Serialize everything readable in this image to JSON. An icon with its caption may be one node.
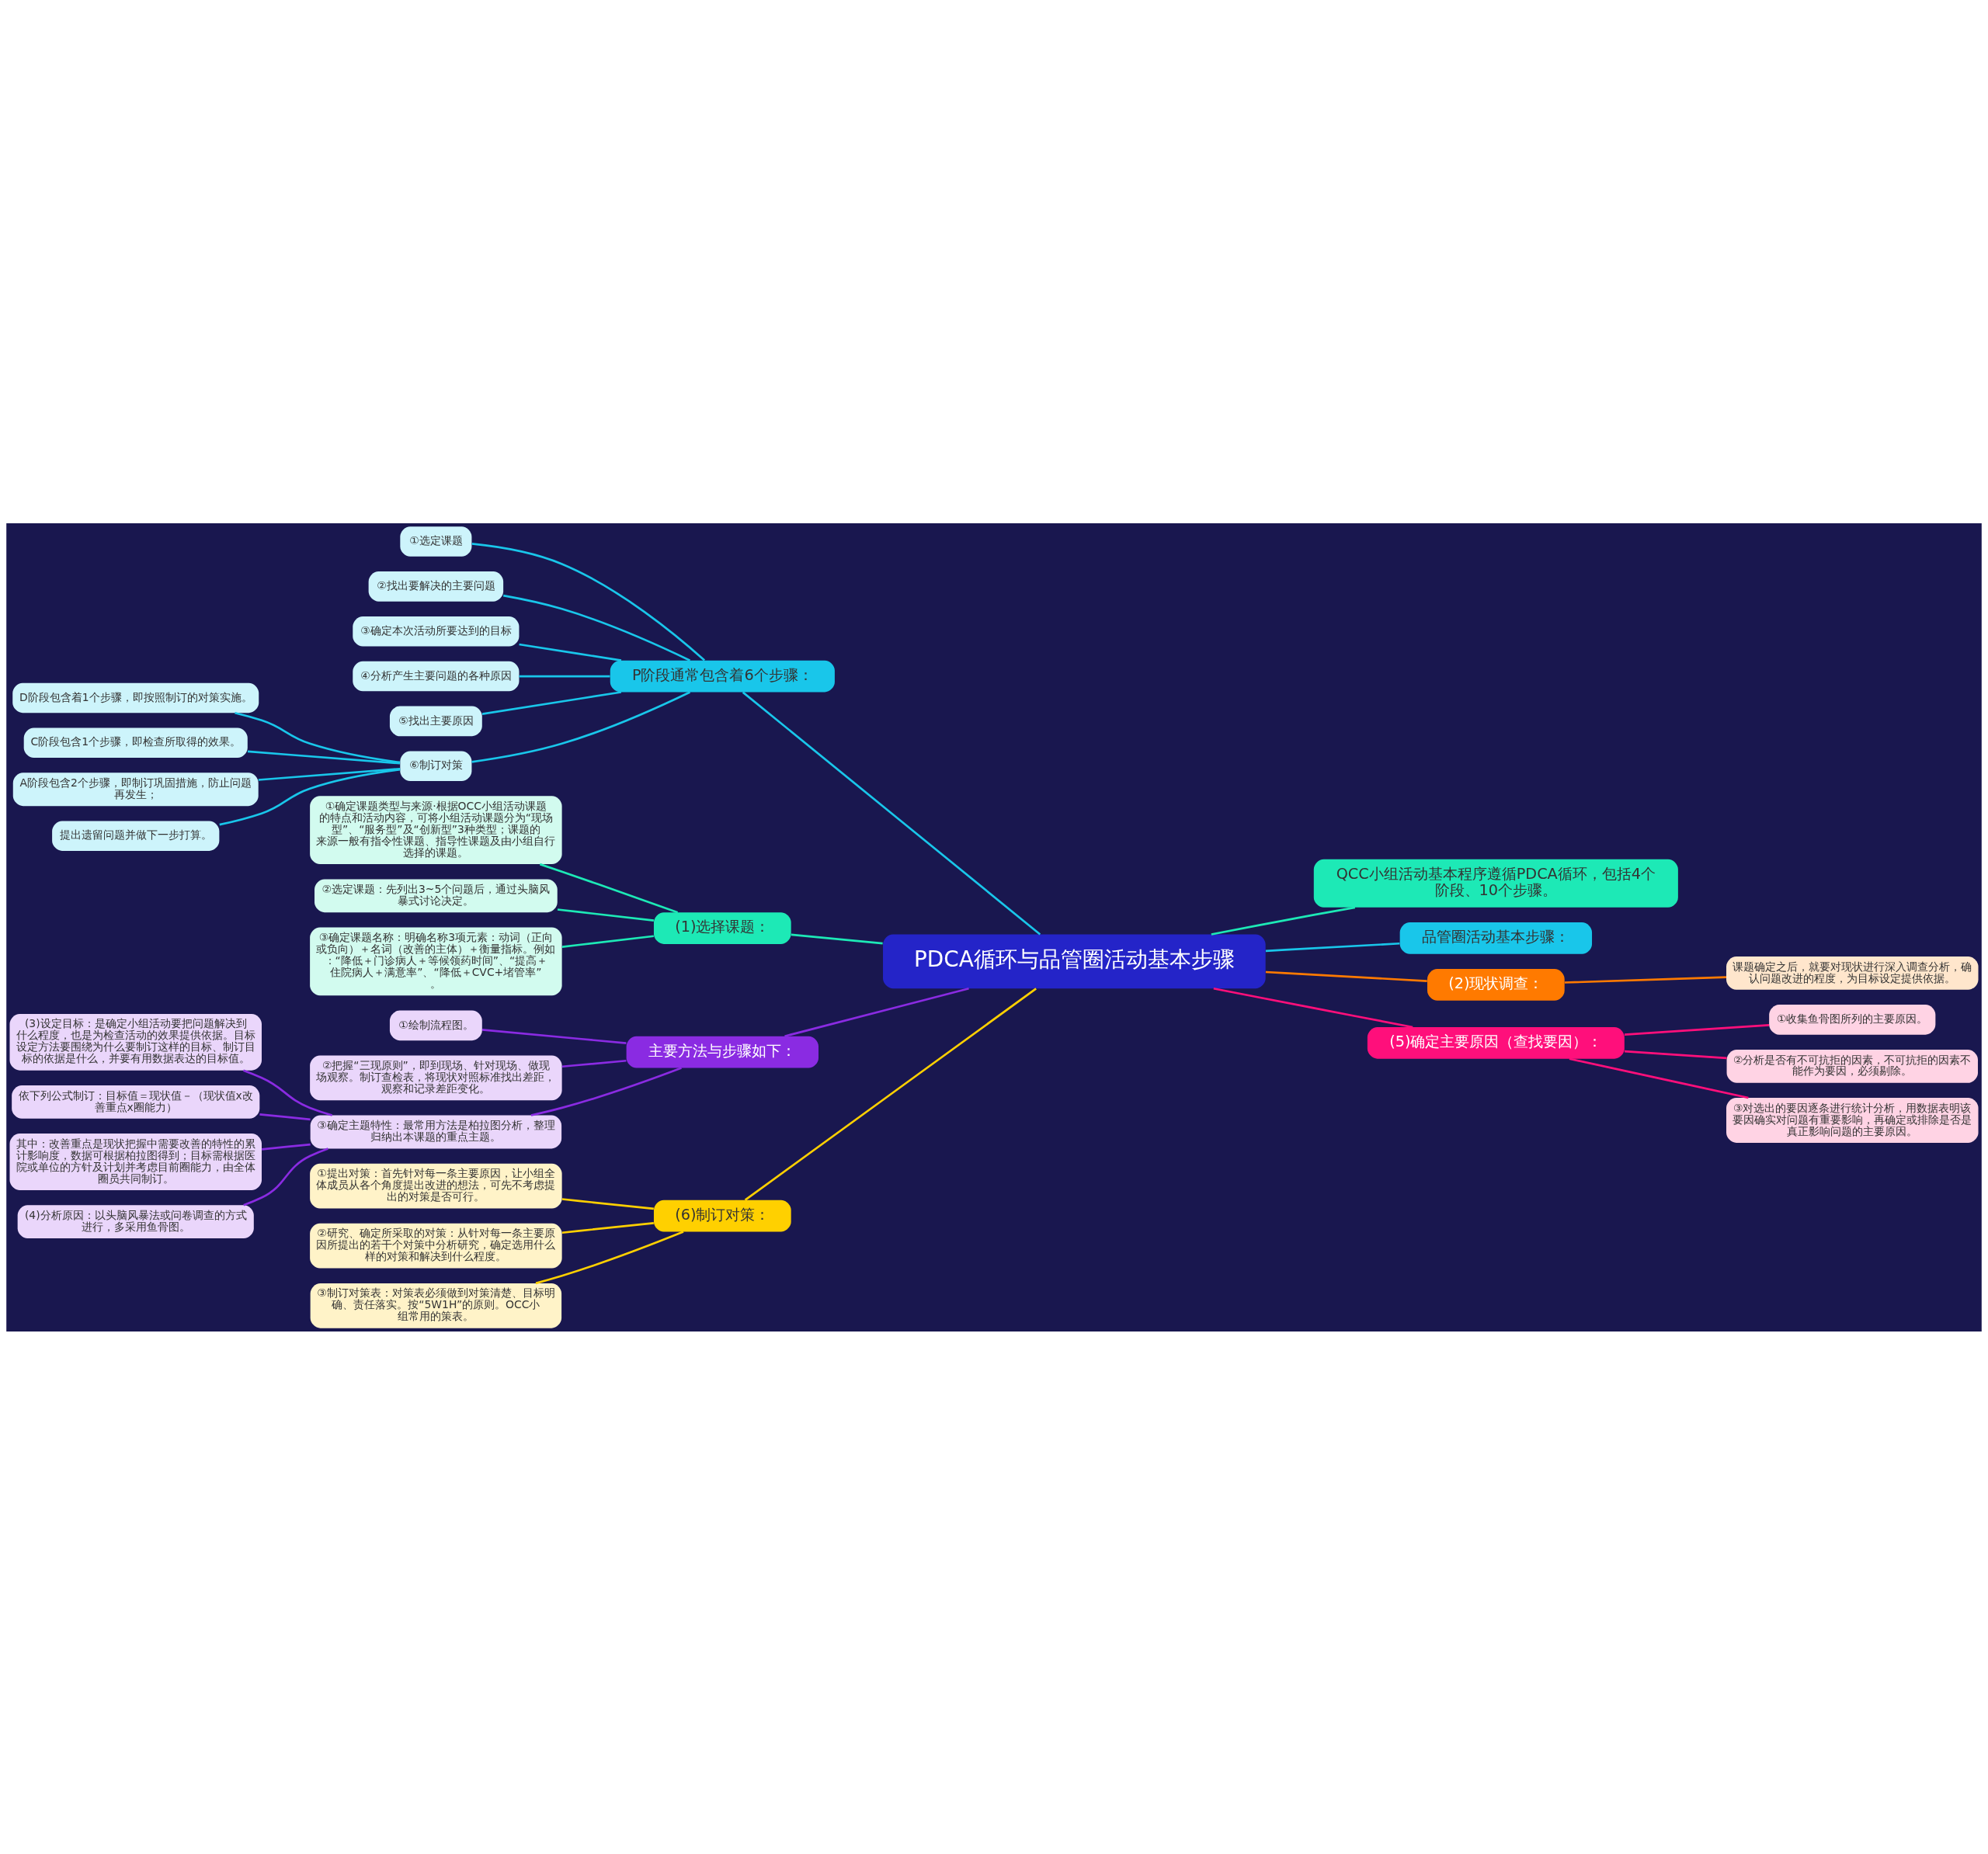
{
  "diagram": {
    "nodes": [
      {
        "text": [
          "PDCA循环与品管圈活动基本步骤"
        ]
      },
      {
        "text": [
          "P阶段通常包含着6个步骤："
        ]
      },
      {
        "text": [
          "①选定课题"
        ]
      },
      {
        "text": [
          "②找出要解决的主要问题"
        ]
      },
      {
        "text": [
          "③确定本次活动所要达到的目标"
        ]
      },
      {
        "text": [
          "④分析产生主要问题的各种原因"
        ]
      },
      {
        "text": [
          "⑤找出主要原因"
        ]
      },
      {
        "text": [
          "⑥制订对策"
        ]
      },
      {
        "text": [
          "D阶段包含着1个步骤，即按照制订的对策实施。"
        ]
      },
      {
        "text": [
          "C阶段包含1个步骤，即检查所取得的效果。"
        ]
      },
      {
        "text": [
          "A阶段包含2个步骤，即制订巩固措施，防止问题再发生；"
        ]
      },
      {
        "text": [
          "提出遗留问题并做下一步打算。"
        ]
      },
      {
        "text": [
          "(1)选择课题："
        ]
      },
      {
        "text": [
          "①确定课题类型与来源·根据OCC小组活动课题的特点和活动内容，可将小组活动课题分为“现场型”、“服务型”及“创新型”3种类型；课题的来源一般有指令性课题、指导性课题及由小组自行选择的课题。"
        ]
      },
      {
        "text": [
          "②选定课题：先列出3~5个问题后，通过头脑风暴式讨论决定。"
        ]
      },
      {
        "text": [
          "③确定课题名称：明确名称3项元素：动词（正向或负向）＋名词（改善的主体）＋衡量指标。例如：“降低＋门诊病人＋等候领药时间”、“提高＋住院病人＋满意率”、“降低＋CVC+堵管率”。"
        ]
      },
      {
        "text": [
          "主要方法与步骤如下："
        ]
      },
      {
        "text": [
          "①绘制流程图。"
        ]
      },
      {
        "text": [
          "②把握“三现原则”，即到现场、针对现场、做现场观察。制订查检表，将现状对照标准找出差距，观察和记录差距变化。"
        ]
      },
      {
        "text": [
          "③确定主题特性：最常用方法是柏拉图分析，整理归纳出本课题的重点主题。"
        ]
      },
      {
        "text": [
          "(3)设定目标：是确定小组活动要把问题解决到什么程度，也是为检查活动的效果提供依据。目标设定方法要围绕为什么要制订这样的目标、制订目标的依据是什么，并要有用数据表达的目标值。"
        ]
      },
      {
        "text": [
          "依下列公式制订：目标值＝现状值－（现状值x改善重点x圈能力）"
        ]
      },
      {
        "text": [
          "其中：改善重点是现状把握中需要改善的特性的累计影响度，数据可根据柏拉图得到；目标需根据医院或单位的方针及计划并考虑目前圈能力，由全体圈员共同制订。"
        ]
      },
      {
        "text": [
          "(4)分析原因：以头脑风暴法或问卷调查的方式进行，多采用鱼骨图。"
        ]
      },
      {
        "text": [
          "(6)制订对策："
        ]
      },
      {
        "text": [
          "①提出对策：首先针对每一条主要原因，让小组全体成员从各个角度提出改进的想法，可先不考虑提出的对策是否可行。"
        ]
      },
      {
        "text": [
          "②研究、确定所采取的对策：从针对每一条主要原因所提出的若干个对策中分析研究，确定选用什么样的对策和解决到什么程度。"
        ]
      },
      {
        "text": [
          "③制订对策表：对策表必须做到对策清楚、目标明确、责任落实。按“5W1H”的原则。OCC小组常用的策表。"
        ]
      },
      {
        "text": [
          "QCC小组活动基本程序遵循PDCA循环，包括4个阶段、10个步骤。"
        ]
      },
      {
        "text": [
          "品管圈活动基本步骤："
        ]
      },
      {
        "text": [
          "(2)现状调查："
        ]
      },
      {
        "text": [
          "课题确定之后，就要对现状进行深入调查分析，确认问题改进的程度，为目标设定提供依据。"
        ]
      },
      {
        "text": [
          "(5)确定主要原因（查找要因）："
        ]
      },
      {
        "text": [
          "①收集鱼骨图所列的主要原因。"
        ]
      },
      {
        "text": [
          "②分析是否有不可抗拒的因素，不可抗拒的因素不能作为要因，必须剔除。"
        ]
      },
      {
        "text": [
          "③对选出的要因逐条进行统计分析，用数据表明该要因确实对问题有重要影响，再确定或排除是否是真正影响问题的主要原因。"
        ]
      }
    ],
    "edges": [
      {
        "from": 0,
        "to": 1,
        "arrow": "none",
        "color": "#19c6ea"
      },
      {
        "from": 1,
        "to": 2,
        "arrow": "none",
        "color": "#19c6ea"
      },
      {
        "from": 1,
        "to": 3,
        "arrow": "none",
        "color": "#19c6ea"
      },
      {
        "from": 1,
        "to": 4,
        "arrow": "none",
        "color": "#19c6ea"
      },
      {
        "from": 1,
        "to": 5,
        "arrow": "none",
        "color": "#19c6ea"
      },
      {
        "from": 1,
        "to": 6,
        "arrow": "none",
        "color": "#19c6ea"
      },
      {
        "from": 1,
        "to": 7,
        "arrow": "none",
        "color": "#19c6ea"
      },
      {
        "from": 7,
        "to": 8,
        "arrow": "none",
        "color": "#19c6ea"
      },
      {
        "from": 7,
        "to": 9,
        "arrow": "none",
        "color": "#19c6ea"
      },
      {
        "from": 7,
        "to": 10,
        "arrow": "none",
        "color": "#19c6ea"
      },
      {
        "from": 7,
        "to": 11,
        "arrow": "none",
        "color": "#19c6ea"
      },
      {
        "from": 0,
        "to": 12,
        "arrow": "none",
        "color": "#1de9b6"
      },
      {
        "from": 12,
        "to": 13,
        "arrow": "none",
        "color": "#1de9b6"
      },
      {
        "from": 12,
        "to": 14,
        "arrow": "none",
        "color": "#1de9b6"
      },
      {
        "from": 12,
        "to": 15,
        "arrow": "none",
        "color": "#1de9b6"
      },
      {
        "from": 0,
        "to": 16,
        "arrow": "none",
        "color": "#8a2be2"
      },
      {
        "from": 16,
        "to": 17,
        "arrow": "none",
        "color": "#8a2be2"
      },
      {
        "from": 16,
        "to": 18,
        "arrow": "none",
        "color": "#8a2be2"
      },
      {
        "from": 16,
        "to": 19,
        "arrow": "none",
        "color": "#8a2be2"
      },
      {
        "from": 19,
        "to": 20,
        "arrow": "none",
        "color": "#8a2be2"
      },
      {
        "from": 19,
        "to": 21,
        "arrow": "none",
        "color": "#8a2be2"
      },
      {
        "from": 19,
        "to": 22,
        "arrow": "none",
        "color": "#8a2be2"
      },
      {
        "from": 19,
        "to": 23,
        "arrow": "none",
        "color": "#8a2be2"
      },
      {
        "from": 0,
        "to": 24,
        "arrow": "none",
        "color": "#ffd000"
      },
      {
        "from": 24,
        "to": 25,
        "arrow": "none",
        "color": "#ffd000"
      },
      {
        "from": 24,
        "to": 26,
        "arrow": "none",
        "color": "#ffd000"
      },
      {
        "from": 24,
        "to": 27,
        "arrow": "none",
        "color": "#ffd000"
      },
      {
        "from": 0,
        "to": 28,
        "arrow": "none",
        "color": "#1de9b6"
      },
      {
        "from": 0,
        "to": 29,
        "arrow": "none",
        "color": "#19c6ea"
      },
      {
        "from": 0,
        "to": 30,
        "arrow": "none",
        "color": "#ff7a00"
      },
      {
        "from": 30,
        "to": 31,
        "arrow": "none",
        "color": "#ff7a00"
      },
      {
        "from": 0,
        "to": 32,
        "arrow": "none",
        "color": "#ff0f7b"
      },
      {
        "from": 32,
        "to": 33,
        "arrow": "none",
        "color": "#ff0f7b"
      },
      {
        "from": 32,
        "to": 34,
        "arrow": "none",
        "color": "#ff0f7b"
      },
      {
        "from": 32,
        "to": 35,
        "arrow": "none",
        "color": "#ff0f7b"
      }
    ]
  }
}
